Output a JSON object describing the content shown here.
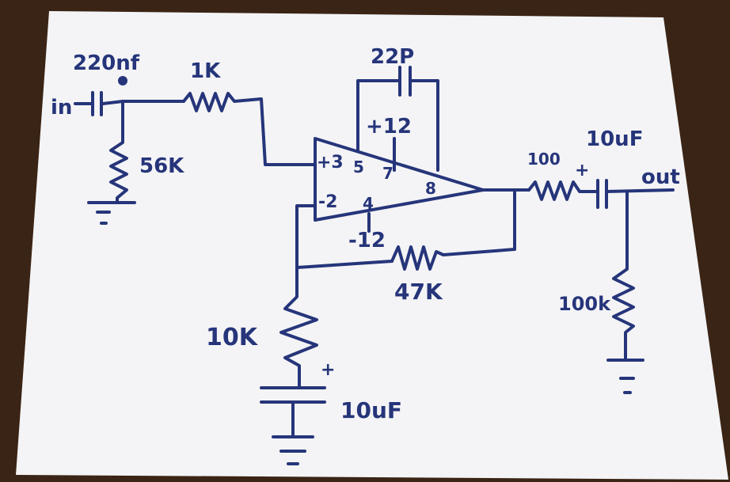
{
  "colors": {
    "ink": "#26357a",
    "paper": "#f5f5f7",
    "table": "#3a2415"
  },
  "labels": {
    "input": "in",
    "c_in": "220nf",
    "r_series": "1K",
    "r_bias": "56K",
    "c_comp": "22P",
    "supply_pos": "+12",
    "supply_neg": "-12",
    "pin_plus": "+3",
    "pin_minus": "-2",
    "pin5": "5",
    "pin7": "7",
    "pin8": "8",
    "pin4": "4",
    "r_feedback": "47K",
    "r_ground": "10K",
    "c_ground": "10uF",
    "plus_sign": "+",
    "r_out": "100",
    "c_out": "10uF",
    "output": "out",
    "r_load": "100k"
  }
}
